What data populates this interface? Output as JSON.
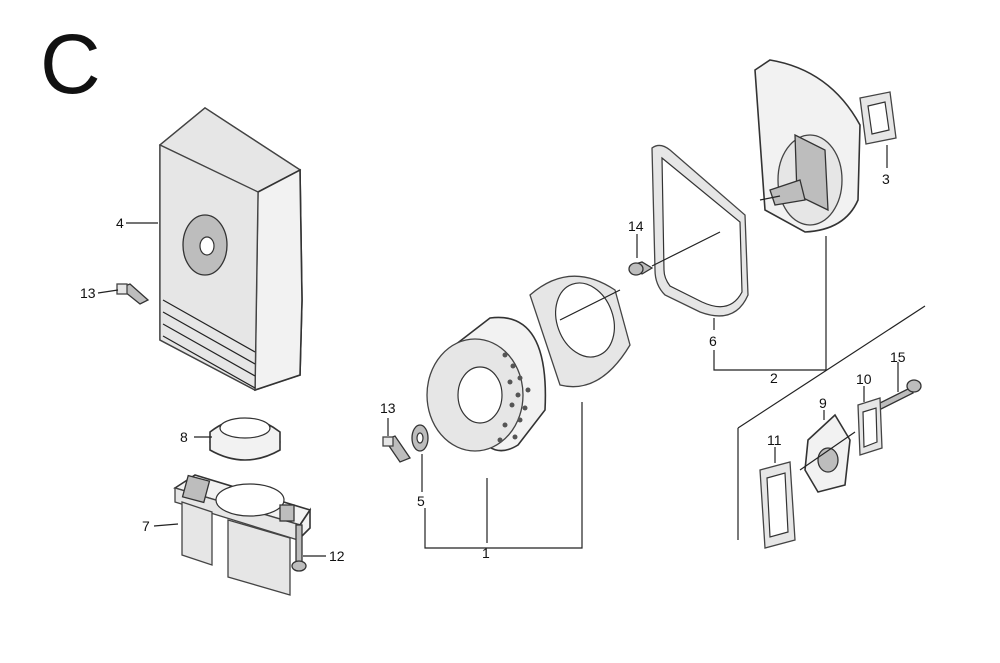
{
  "section": {
    "letter": "C"
  },
  "callouts": [
    {
      "id": "1",
      "label": "1"
    },
    {
      "id": "2",
      "label": "2"
    },
    {
      "id": "3",
      "label": "3"
    },
    {
      "id": "4",
      "label": "4"
    },
    {
      "id": "5",
      "label": "5"
    },
    {
      "id": "6",
      "label": "6"
    },
    {
      "id": "7",
      "label": "7"
    },
    {
      "id": "8",
      "label": "8"
    },
    {
      "id": "9",
      "label": "9"
    },
    {
      "id": "10",
      "label": "10"
    },
    {
      "id": "11",
      "label": "11"
    },
    {
      "id": "12",
      "label": "12"
    },
    {
      "id": "13a",
      "label": "13"
    },
    {
      "id": "13b",
      "label": "13"
    },
    {
      "id": "14",
      "label": "14"
    },
    {
      "id": "15",
      "label": "15"
    }
  ]
}
